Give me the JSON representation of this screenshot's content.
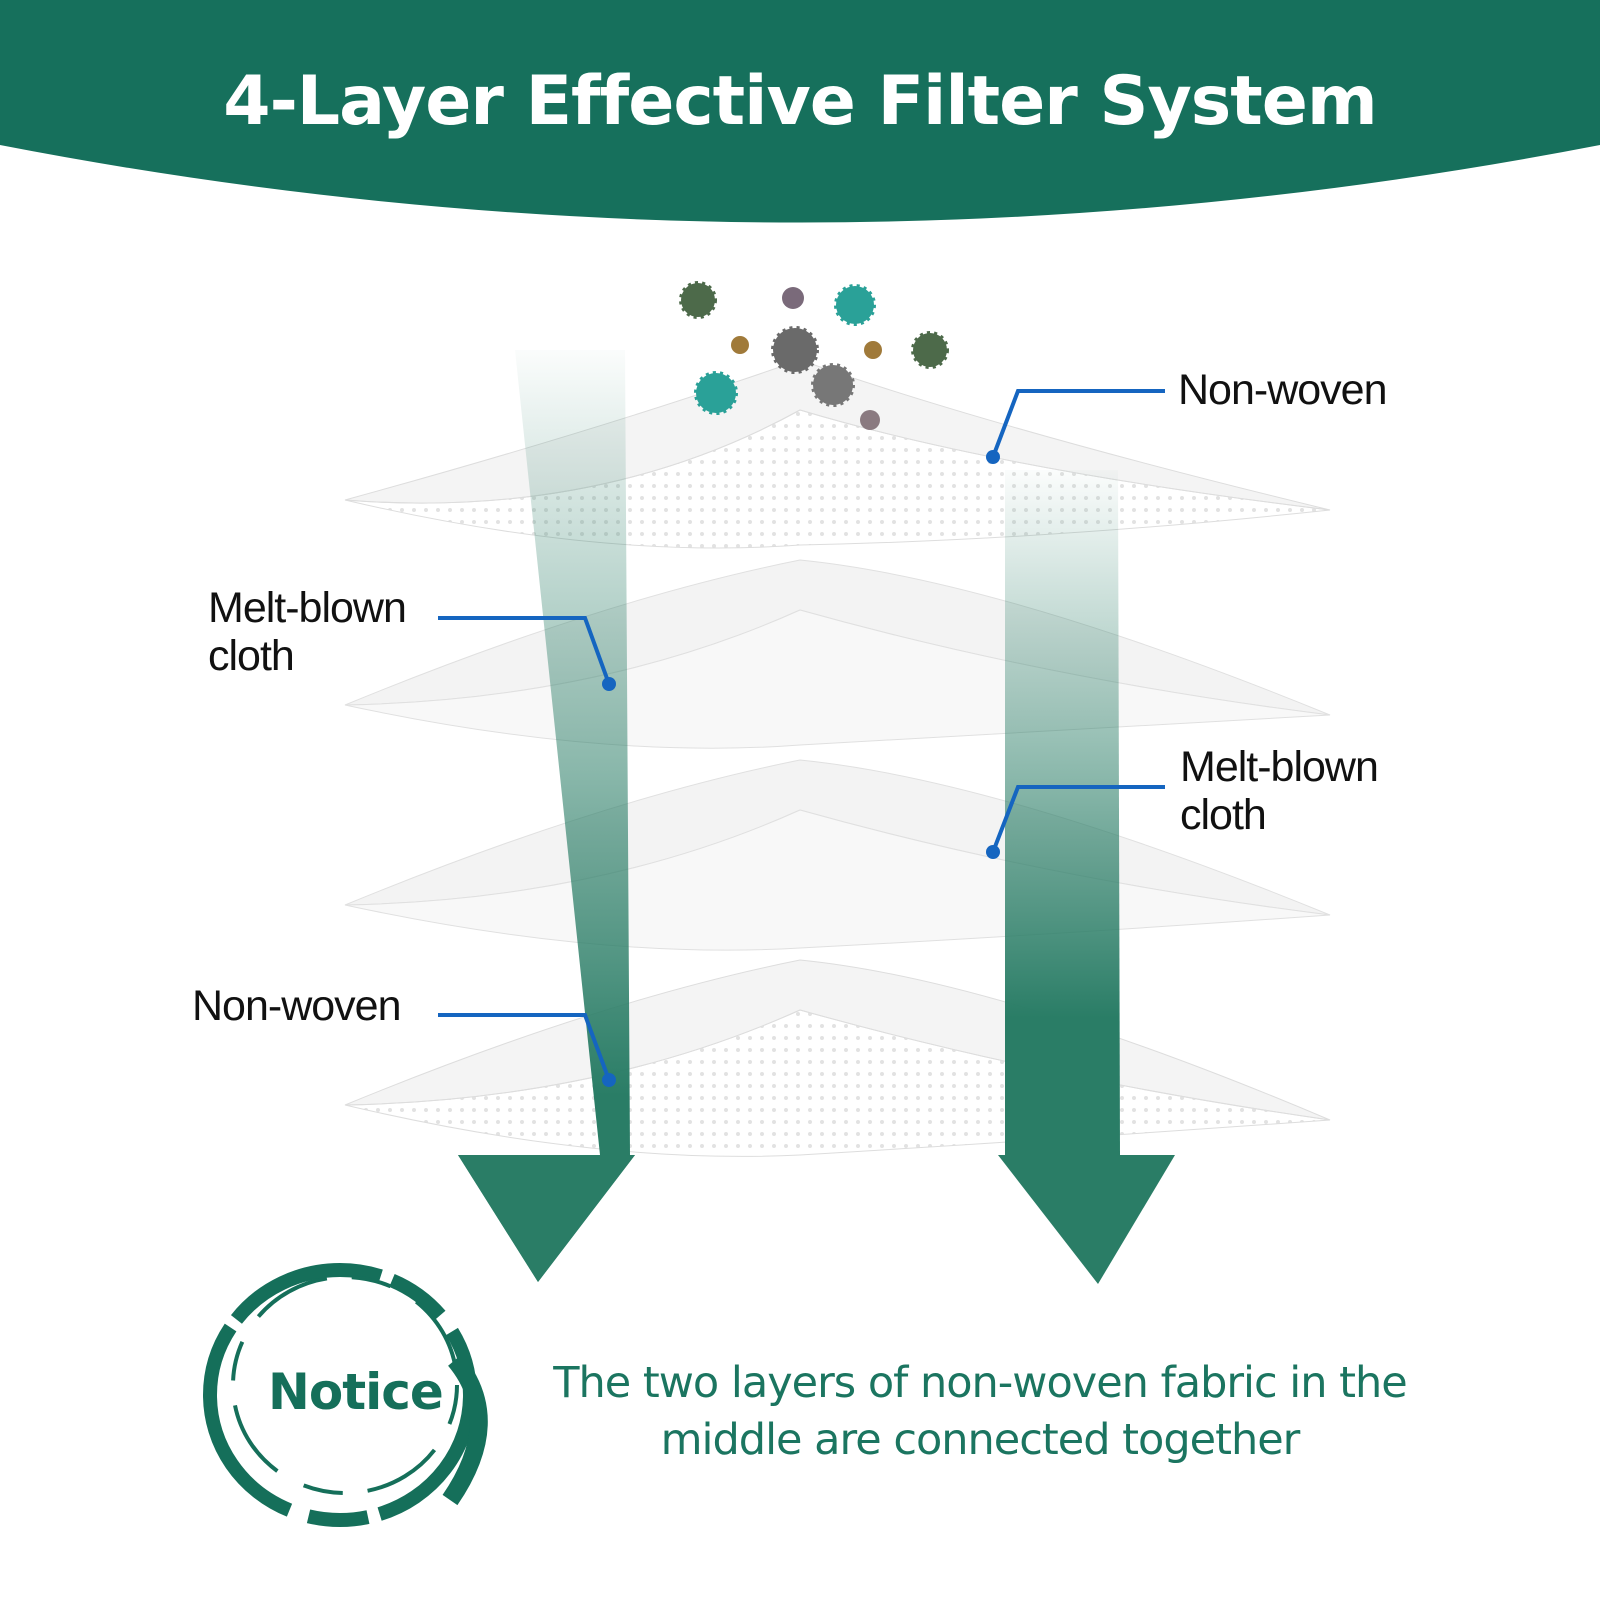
{
  "title": "4-Layer Effective Filter System",
  "labels": {
    "layer1": "Non-woven",
    "layer2_line1": "Melt-blown",
    "layer2_line2": "cloth",
    "layer3_line1": "Melt-blown",
    "layer3_line2": "cloth",
    "layer4": "Non-woven"
  },
  "notice": {
    "badge": "Notice",
    "text": "The two layers of non-woven fabric in the middle are connected together"
  },
  "colors": {
    "brand": "#16705c",
    "arrow": "#2a7d66",
    "callout": "#1565c0"
  }
}
